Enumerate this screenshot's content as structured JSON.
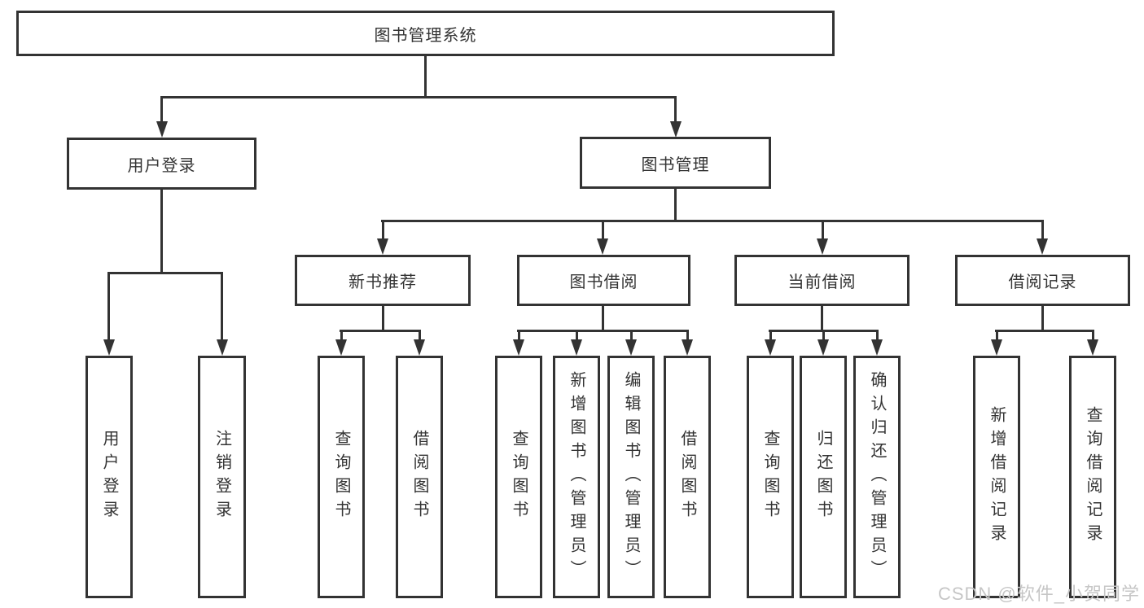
{
  "diagram_title": "图书管理系统",
  "nodes": {
    "root": "图书管理系统",
    "user_login": "用户登录",
    "book_mgmt": "图书管理",
    "new_book_rec": "新书推荐",
    "book_borrow": "图书借阅",
    "current_borrow": "当前借阅",
    "borrow_record": "借阅记录",
    "ul_user_login": "用户登录",
    "ul_logout": "注销登录",
    "nb_query_book": "查询图书",
    "nb_borrow_book": "借阅图书",
    "bb_query_book": "查询图书",
    "bb_add_book": "新增图书（管理员）",
    "bb_edit_book": "编辑图书（管理员）",
    "bb_borrow_book": "借阅图书",
    "cb_query_book": "查询图书",
    "cb_return_book": "归还图书",
    "cb_confirm_return": "确认归还（管理员）",
    "br_add_record": "新增借阅记录",
    "br_query_record": "查询借阅记录"
  },
  "hierarchy": {
    "图书管理系统": {
      "用户登录": [
        "用户登录",
        "注销登录"
      ],
      "图书管理": {
        "新书推荐": [
          "查询图书",
          "借阅图书"
        ],
        "图书借阅": [
          "查询图书",
          "新增图书（管理员）",
          "编辑图书（管理员）",
          "借阅图书"
        ],
        "当前借阅": [
          "查询图书",
          "归还图书",
          "确认归还（管理员）"
        ],
        "借阅记录": [
          "新增借阅记录",
          "查询借阅记录"
        ]
      }
    }
  },
  "watermark": "CSDN @软件_小贺同学",
  "colors": {
    "line": "#333333",
    "box_border": "#333333",
    "box_fill": "#ffffff",
    "text": "#333333",
    "watermark": "#c6c6c6"
  }
}
